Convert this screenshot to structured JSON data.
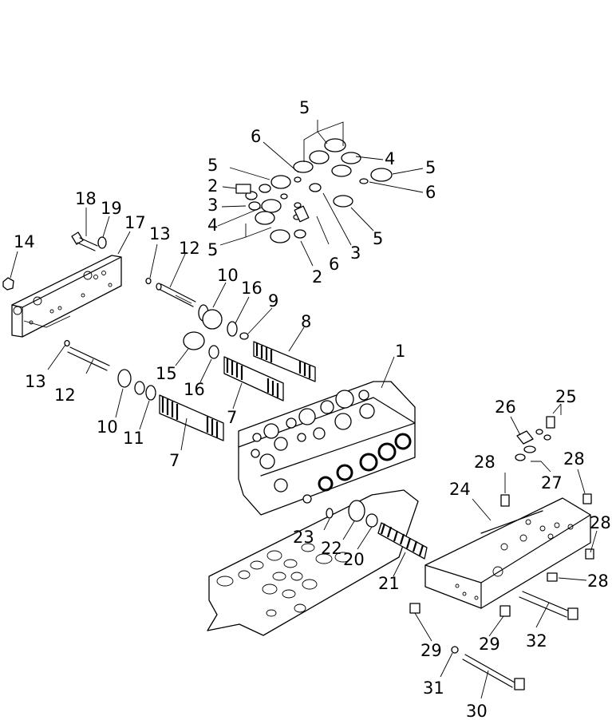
{
  "callouts": [
    {
      "id": "c5a",
      "text": "5"
    },
    {
      "id": "c6a",
      "text": "6"
    },
    {
      "id": "c4a",
      "text": "4"
    },
    {
      "id": "c5b",
      "text": "5"
    },
    {
      "id": "c5c",
      "text": "5"
    },
    {
      "id": "c2a",
      "text": "2"
    },
    {
      "id": "c6b",
      "text": "6"
    },
    {
      "id": "c3a",
      "text": "3"
    },
    {
      "id": "c4b",
      "text": "4"
    },
    {
      "id": "c5d",
      "text": "5"
    },
    {
      "id": "c5e",
      "text": "5"
    },
    {
      "id": "c3b",
      "text": "3"
    },
    {
      "id": "c6c",
      "text": "6"
    },
    {
      "id": "c2b",
      "text": "2"
    },
    {
      "id": "c18",
      "text": "18"
    },
    {
      "id": "c19",
      "text": "19"
    },
    {
      "id": "c17",
      "text": "17"
    },
    {
      "id": "c14",
      "text": "14"
    },
    {
      "id": "c13a",
      "text": "13"
    },
    {
      "id": "c12a",
      "text": "12"
    },
    {
      "id": "c10a",
      "text": "10"
    },
    {
      "id": "c16a",
      "text": "16"
    },
    {
      "id": "c9",
      "text": "9"
    },
    {
      "id": "c8",
      "text": "8"
    },
    {
      "id": "c1",
      "text": "1"
    },
    {
      "id": "c13b",
      "text": "13"
    },
    {
      "id": "c12b",
      "text": "12"
    },
    {
      "id": "c15",
      "text": "15"
    },
    {
      "id": "c16b",
      "text": "16"
    },
    {
      "id": "c7a",
      "text": "7"
    },
    {
      "id": "c10b",
      "text": "10"
    },
    {
      "id": "c11",
      "text": "11"
    },
    {
      "id": "c7b",
      "text": "7"
    },
    {
      "id": "c26",
      "text": "26"
    },
    {
      "id": "c25",
      "text": "25"
    },
    {
      "id": "c28a",
      "text": "28"
    },
    {
      "id": "c28b",
      "text": "28"
    },
    {
      "id": "c24",
      "text": "24"
    },
    {
      "id": "c27",
      "text": "27"
    },
    {
      "id": "c28c",
      "text": "28"
    },
    {
      "id": "c23",
      "text": "23"
    },
    {
      "id": "c22",
      "text": "22"
    },
    {
      "id": "c20",
      "text": "20"
    },
    {
      "id": "c21",
      "text": "21"
    },
    {
      "id": "c28d",
      "text": "28"
    },
    {
      "id": "c29a",
      "text": "29"
    },
    {
      "id": "c29b",
      "text": "29"
    },
    {
      "id": "c32",
      "text": "32"
    },
    {
      "id": "c31",
      "text": "31"
    },
    {
      "id": "c30",
      "text": "30"
    }
  ]
}
